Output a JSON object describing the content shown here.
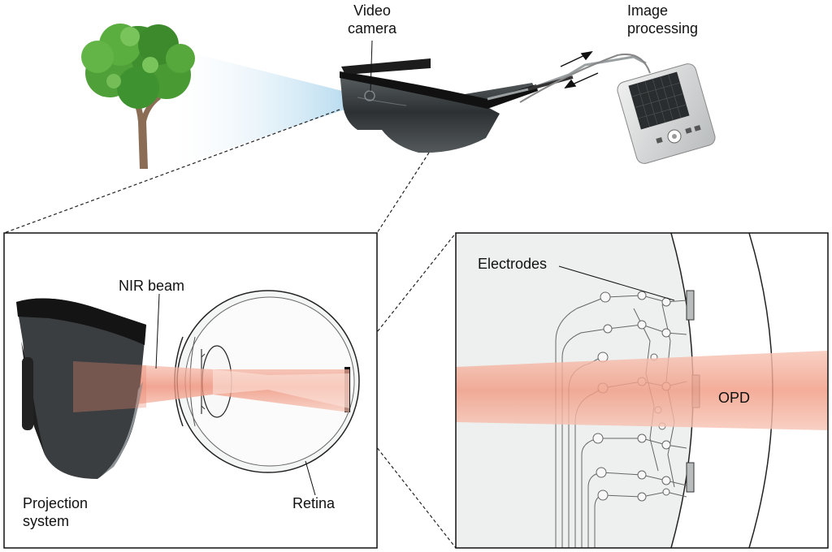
{
  "labels": {
    "video_camera": "Video\ncamera",
    "image_processing": "Image\nprocessing",
    "nir_beam": "NIR beam",
    "projection_system": "Projection\nsystem",
    "retina": "Retina",
    "electrodes": "Electrodes",
    "opd": "OPD"
  },
  "icons": {
    "tree": "tree-icon",
    "glasses": "glasses-icon",
    "processor": "pocket-processor-icon"
  },
  "colors": {
    "beam": "#f2a08a",
    "light_cone": "#cfe6f3",
    "lens_dark": "#2b2b2b",
    "panel_border": "#111111",
    "retina_bg": "#eef1ef"
  }
}
